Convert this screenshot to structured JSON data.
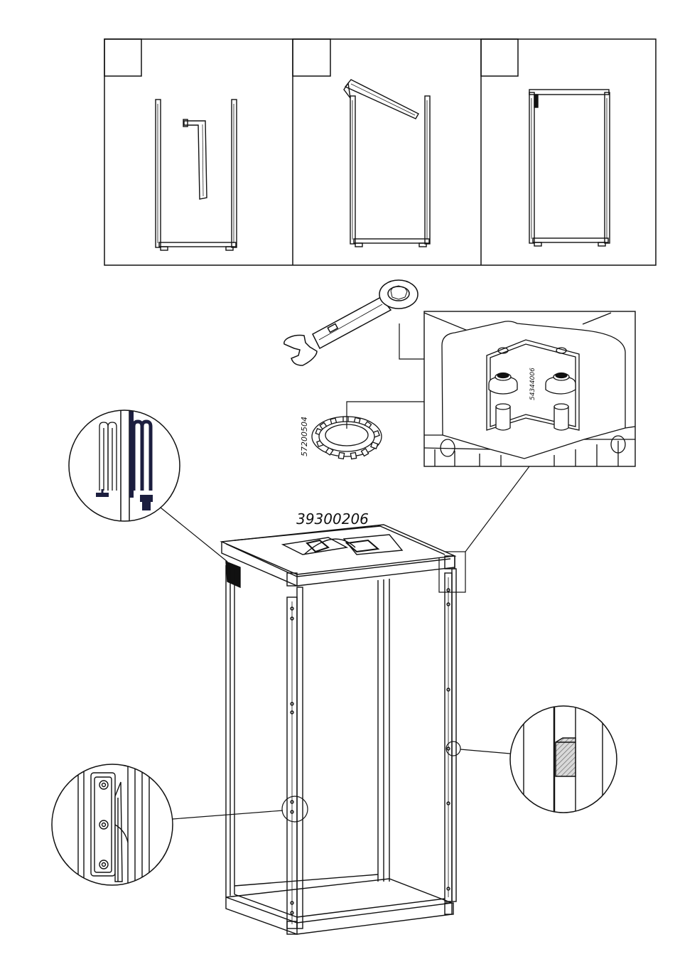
{
  "title": "",
  "part_numbers": {
    "top_cover": "39300206",
    "nut_insert": "54344006",
    "lock_washer": "57200504"
  },
  "steps": [
    {
      "number": ""
    },
    {
      "number": ""
    },
    {
      "number": ""
    }
  ],
  "colors": {
    "line": "#111111",
    "accent": "#1c1e3f",
    "panel_fill": "#ffffff",
    "hatch": "#7a7a7a"
  },
  "icons": [
    "wrench-icon",
    "lock-washer-icon",
    "cable-bundle-icon",
    "hinge-icon",
    "latch-icon"
  ]
}
